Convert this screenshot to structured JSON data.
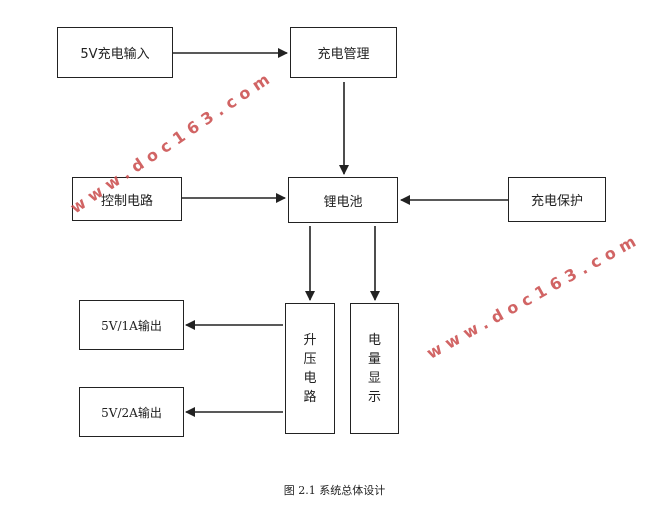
{
  "nodes": {
    "charge_input": "5V充电输入",
    "charge_mgmt": "充电管理",
    "control_circuit": "控制电路",
    "lithium_battery": "锂电池",
    "charge_protect": "充电保护",
    "out_1a": "5V/1A输出",
    "out_2a": "5V/2A输出",
    "boost_circuit": [
      "升",
      "压",
      "电",
      "路"
    ],
    "power_display": [
      "电",
      "量",
      "显",
      "示"
    ]
  },
  "watermark": "www.doc163.com",
  "caption": "图 2.1  系统总体设计"
}
